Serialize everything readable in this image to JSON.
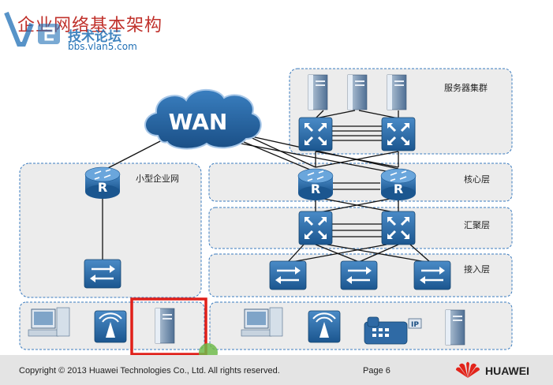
{
  "title": "企业网络基本架构",
  "watermark": {
    "name": "技术论坛",
    "url": "bbs.vlan5.com"
  },
  "cloud": {
    "label": "WAN"
  },
  "zones": {
    "small_enterprise": "小型企业网",
    "server_cluster": "服务器集群",
    "core": "核心层",
    "aggregation": "汇聚层",
    "access": "接入层"
  },
  "device_labels": {
    "router": "R",
    "ip_phone": "IP"
  },
  "footer": {
    "copyright": "Copyright © 2013 Huawei Technologies Co., Ltd. All rights reserved.",
    "page": "Page 6",
    "brand": "HUAWEI"
  },
  "colors": {
    "title": "#c0312b",
    "router": "#1d6aa6",
    "switch": "#3b6f9e",
    "zone_border": "#3a7bbf",
    "zone_fill": "#ececec",
    "highlight": "#e0201a",
    "brand": "#e2231a"
  }
}
